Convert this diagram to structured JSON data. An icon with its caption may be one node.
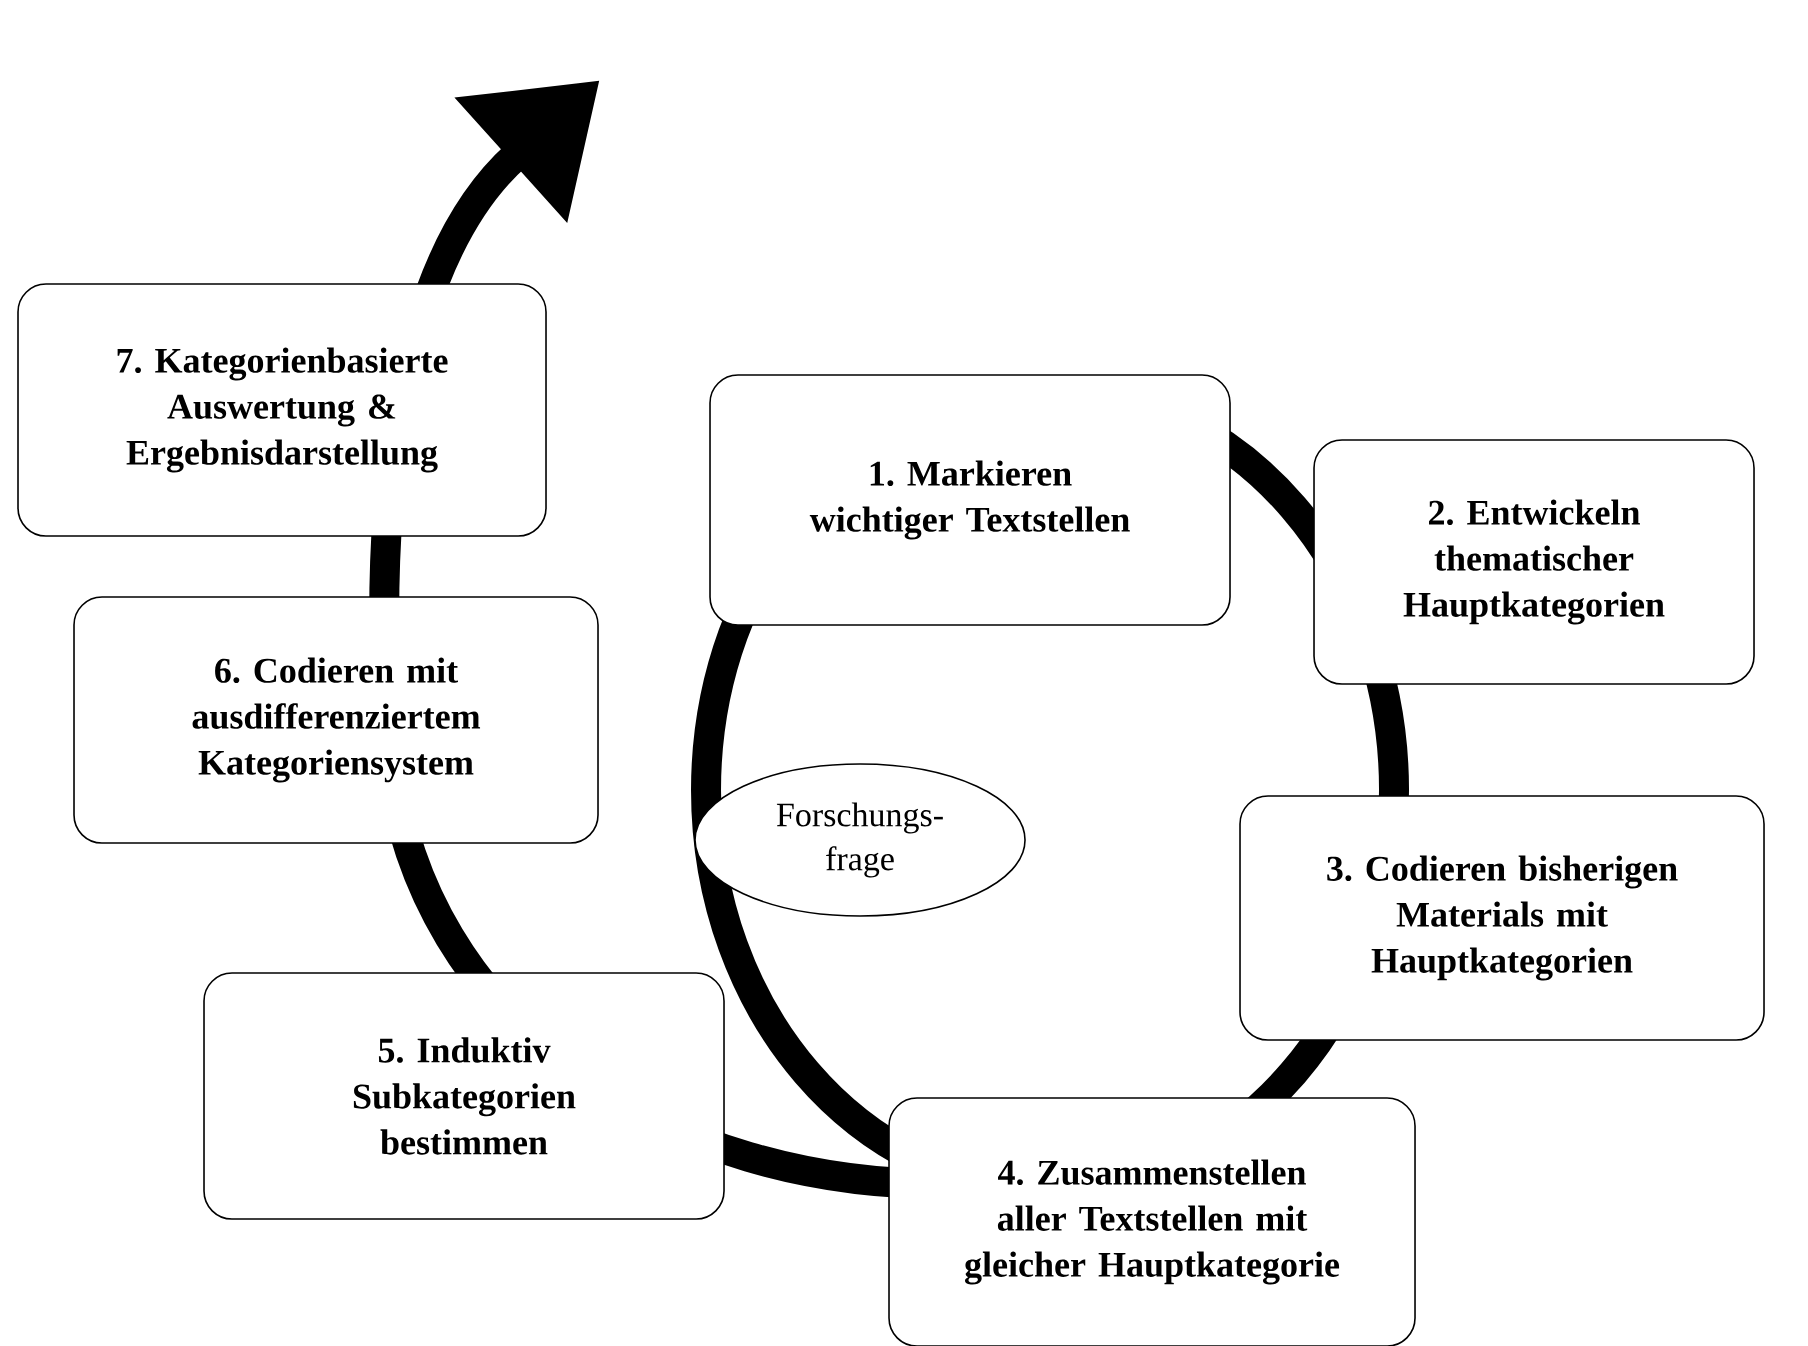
{
  "diagram": {
    "nodes": [
      {
        "text": [
          "1. Markieren wichtiger Textstellen"
        ]
      },
      {
        "text": [
          "2. Entwickeln thematischer Hauptkategorien"
        ]
      },
      {
        "text": [
          "3. Codieren bisherigen Materials mit Hauptkategorien"
        ]
      },
      {
        "text": [
          "4. Zusammenstellen aller Textstellen mit gleicher Hauptkategorie"
        ]
      },
      {
        "text": [
          "5. Induktiv Subkategorien bestimmen"
        ]
      },
      {
        "text": [
          "6. Codieren mit ausdifferenziertem Kategoriensystem"
        ]
      },
      {
        "text": [
          "7. Kategorienbasierte Auswertung & Ergebnisdarstellung"
        ]
      },
      {
        "text": [
          "Forschungs-frage"
        ]
      }
    ]
  }
}
